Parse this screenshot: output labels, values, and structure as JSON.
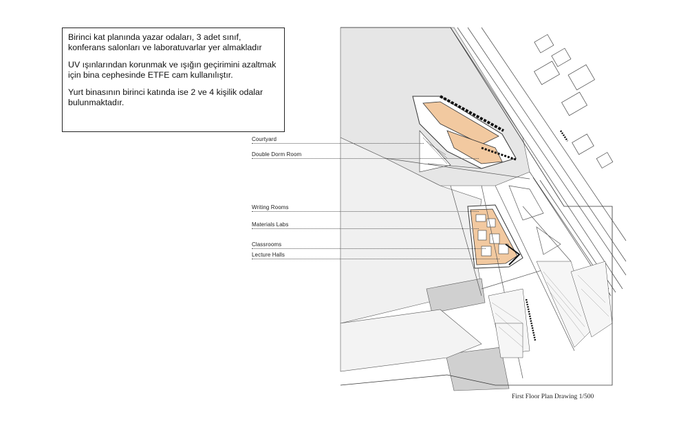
{
  "description": {
    "paragraphs": [
      "Birinci kat planında yazar odaları, 3 adet sınıf, konferans salonları ve laboratuvarlar yer almakladır",
      "UV ışınlarından korunmak ve ışığın geçirimini azaltmak için bina cephesinde ETFE cam kullanılıştır.",
      "Yurt binasının birinci katında ise 2 ve 4 kişilik odalar bulunmaktadır."
    ]
  },
  "labels": {
    "courtyard": "Courtyard",
    "double_dorm_room": "Double Dorm Room",
    "writing_rooms": "Writing Rooms",
    "materials_labs": "Materials Labs",
    "classrooms": "Classrooms",
    "lecture_halls": "Lecture Halls"
  },
  "caption": "First Floor Plan Drawing 1/500",
  "colors": {
    "ground": "#e4e4e4",
    "building_accent": "#f2c9a0",
    "line": "#333333"
  }
}
